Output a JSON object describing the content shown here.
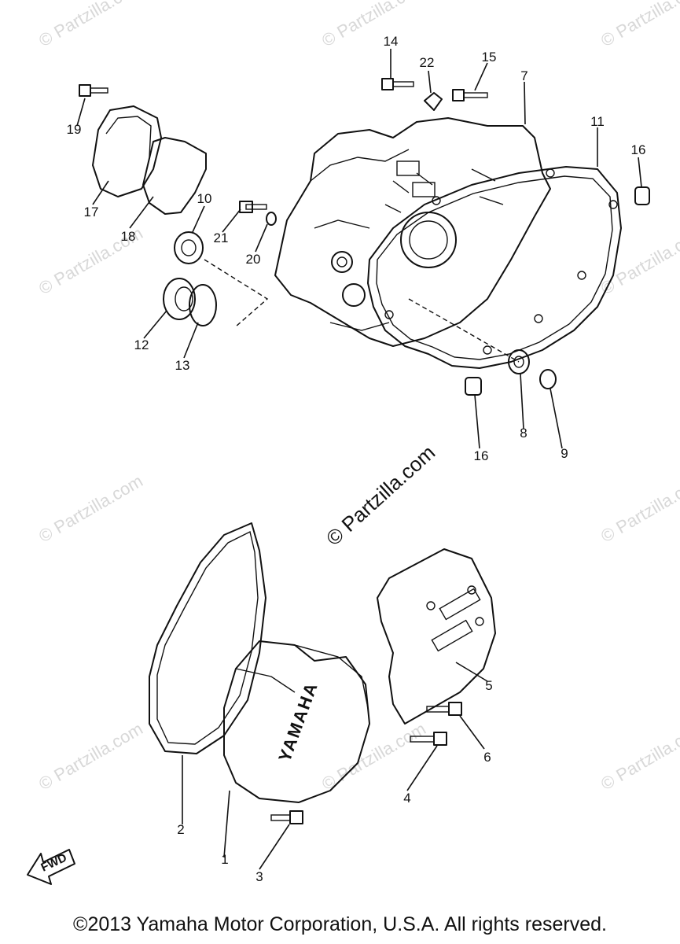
{
  "watermarks": {
    "corner_text": "© Partzilla.com",
    "center_text": "© Partzilla.com"
  },
  "stamps": {
    "cover_brand": "YAMAHA",
    "fwd_arrow": "FWD"
  },
  "callouts": [
    "1",
    "2",
    "3",
    "4",
    "5",
    "6",
    "7",
    "8",
    "9",
    "10",
    "11",
    "12",
    "13",
    "14",
    "15",
    "16",
    "16",
    "17",
    "18",
    "19",
    "20",
    "21",
    "22"
  ],
  "footer": {
    "copyright": "©2013 Yamaha Motor Corporation, U.S.A. All rights reserved."
  }
}
